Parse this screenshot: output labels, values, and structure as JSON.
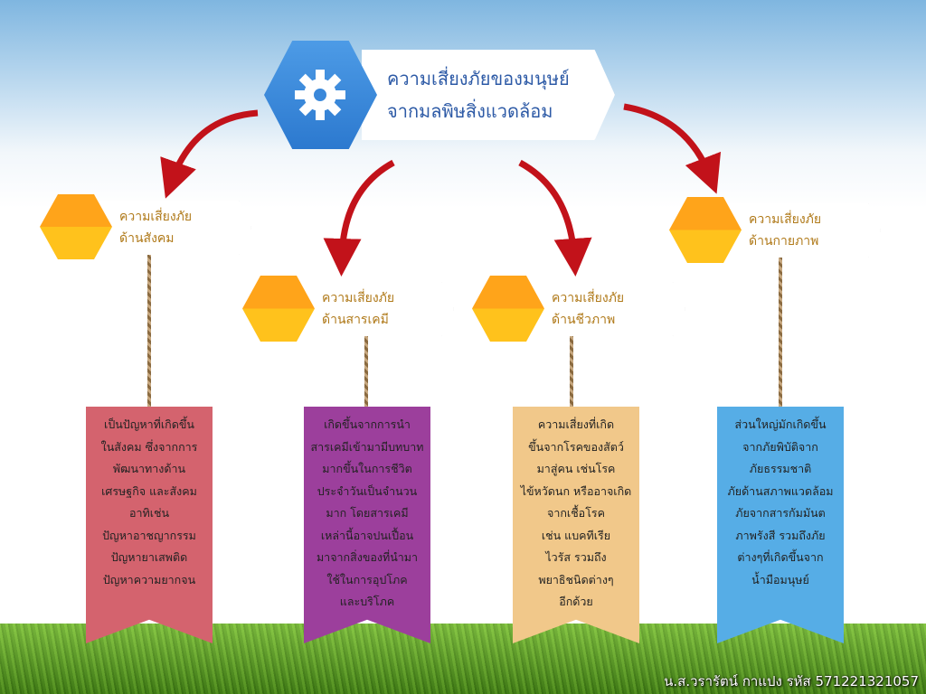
{
  "title": {
    "line1": "ความเสี่ยงภัยของมนุษย์",
    "line2": "จากมลพิษสิ่งแวดล้อม",
    "icon": "gear-icon"
  },
  "categories": [
    {
      "line1": "ความเสี่ยงภัย",
      "line2": "ด้านสังคม",
      "color": "#d4636e",
      "desc": [
        "เป็นปัญหาที่เกิดขึ้น",
        "ในสังคม ซึ่งจากการ",
        "พัฒนาทางด้าน",
        "เศรษฐกิจ และสังคม",
        "อาทิเช่น",
        "ปัญหาอาชญากรรม",
        "ปัญหายาเสพติด",
        "ปัญหาความยากจน"
      ]
    },
    {
      "line1": "ความเสี่ยงภัย",
      "line2": "ด้านสารเคมี",
      "color": "#9c3f9c",
      "desc": [
        "เกิดขึ้นจากการนำ",
        "สารเคมีเข้ามามีบทบาท",
        "มากขึ้นในการชีวิต",
        "ประจำวันเป็นจำนวน",
        "มาก โดยสารเคมี",
        "เหล่านี้อาจปนเปื้อน",
        "มาจากสิ่งของที่นำมา",
        "ใช้ในการอุปโภค",
        "และบริโภค"
      ]
    },
    {
      "line1": "ความเสี่ยงภัย",
      "line2": "ด้านชีวภาพ",
      "color": "#f1c88a",
      "desc": [
        "ความเสี่ยงที่เกิด",
        "ขึ้นจากโรคของสัตว์",
        "มาสู่คน เช่นโรค",
        "ไข้หวัดนก หรืออาจเกิด",
        "จากเชื้อโรค",
        "เช่น แบคทีเรีย",
        "ไวรัส รวมถึง",
        "พยาธิชนิดต่างๆ",
        "อีกด้วย"
      ]
    },
    {
      "line1": "ความเสี่ยงภัย",
      "line2": "ด้านกายภาพ",
      "color": "#56ade6",
      "desc": [
        "ส่วนใหญ่มักเกิดขึ้น",
        "จากภัยพิบัติจาก",
        "ภัยธรรมชาติ",
        "ภัยด้านสภาพแวดล้อม",
        "ภัยจากสารกัมมันต",
        "ภาพรังสี รวมถึงภัย",
        "ต่างๆที่เกิดขึ้นจาก",
        "น้ำมือมนุษย์"
      ]
    }
  ],
  "credit": "น.ส.วรารัตน์ กาแปง รหัส 571221321057"
}
